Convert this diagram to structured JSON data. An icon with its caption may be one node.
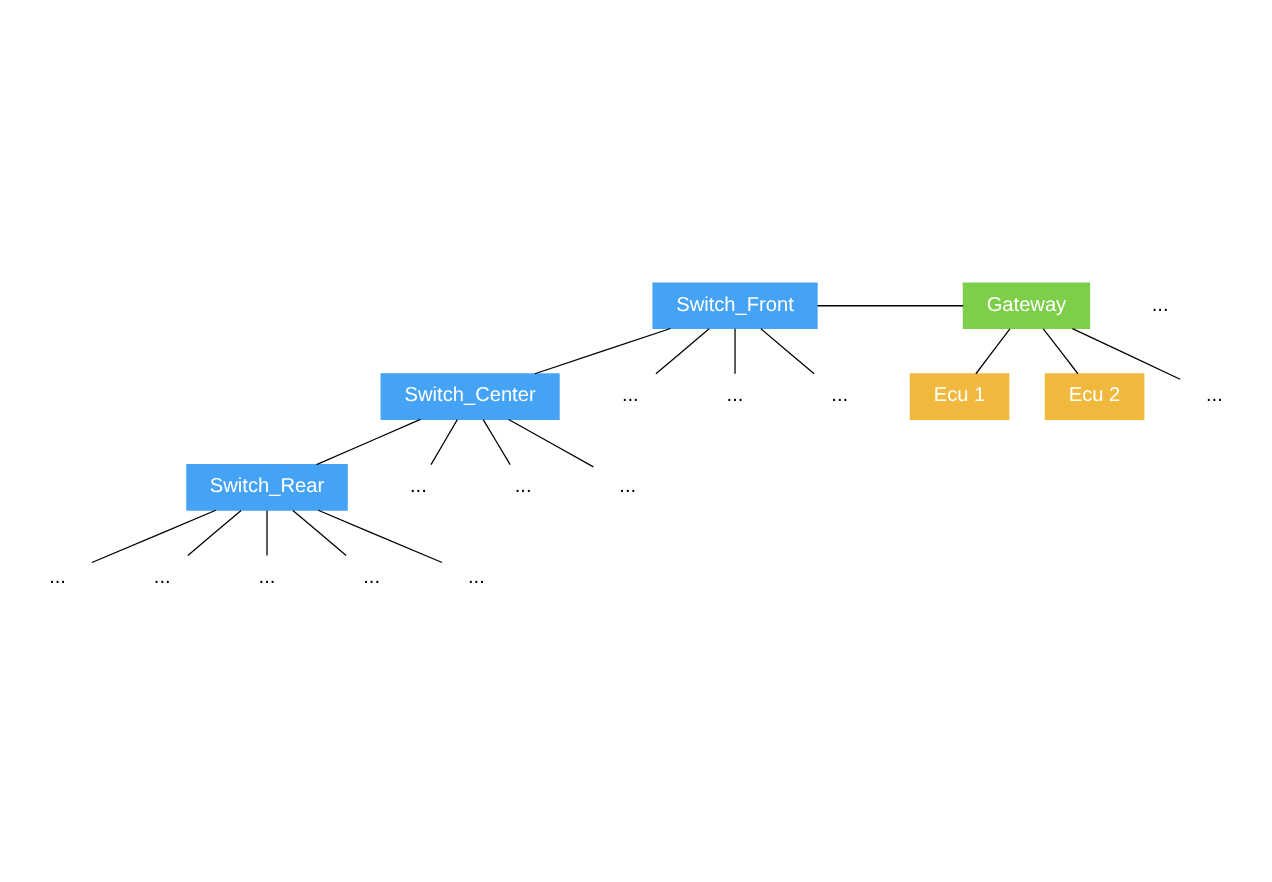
{
  "diagram": {
    "nodes": [
      {
        "text": [
          "Switch_Front"
        ]
      },
      {
        "text": [
          "Switch_Center"
        ]
      },
      {
        "text": [
          "Switch_Rear"
        ]
      },
      {
        "text": [
          "Gateway"
        ]
      },
      {
        "text": [
          "Ecu 1"
        ]
      },
      {
        "text": [
          "Ecu 2"
        ]
      },
      {
        "text": [
          "..."
        ]
      },
      {
        "text": [
          "..."
        ]
      },
      {
        "text": [
          "..."
        ]
      },
      {
        "text": [
          "..."
        ]
      },
      {
        "text": [
          "..."
        ]
      },
      {
        "text": [
          "..."
        ]
      },
      {
        "text": [
          "..."
        ]
      },
      {
        "text": [
          "..."
        ]
      },
      {
        "text": [
          "..."
        ]
      },
      {
        "text": [
          "..."
        ]
      },
      {
        "text": [
          "..."
        ]
      },
      {
        "text": [
          "..."
        ]
      }
    ],
    "edges": [
      {
        "from": 0,
        "to": 1,
        "arrow": "none"
      },
      {
        "from": 1,
        "to": 2,
        "arrow": "none"
      },
      {
        "from": 0,
        "to": 3,
        "arrow": "none"
      },
      {
        "from": 3,
        "to": 4,
        "arrow": "none"
      },
      {
        "from": 3,
        "to": 5,
        "arrow": "none"
      },
      {
        "from": 3,
        "to": 6,
        "arrow": "none"
      },
      {
        "from": 0,
        "to": 7,
        "arrow": "none"
      },
      {
        "from": 0,
        "to": 8,
        "arrow": "none"
      },
      {
        "from": 0,
        "to": 9,
        "arrow": "none"
      },
      {
        "from": 1,
        "to": 10,
        "arrow": "none"
      },
      {
        "from": 1,
        "to": 11,
        "arrow": "none"
      },
      {
        "from": 1,
        "to": 12,
        "arrow": "none"
      },
      {
        "from": 2,
        "to": 13,
        "arrow": "none"
      },
      {
        "from": 2,
        "to": 14,
        "arrow": "none"
      },
      {
        "from": 2,
        "to": 15,
        "arrow": "none"
      },
      {
        "from": 2,
        "to": 16,
        "arrow": "none"
      },
      {
        "from": 2,
        "to": 17,
        "arrow": "none"
      }
    ],
    "labels": [
      "..."
    ]
  }
}
